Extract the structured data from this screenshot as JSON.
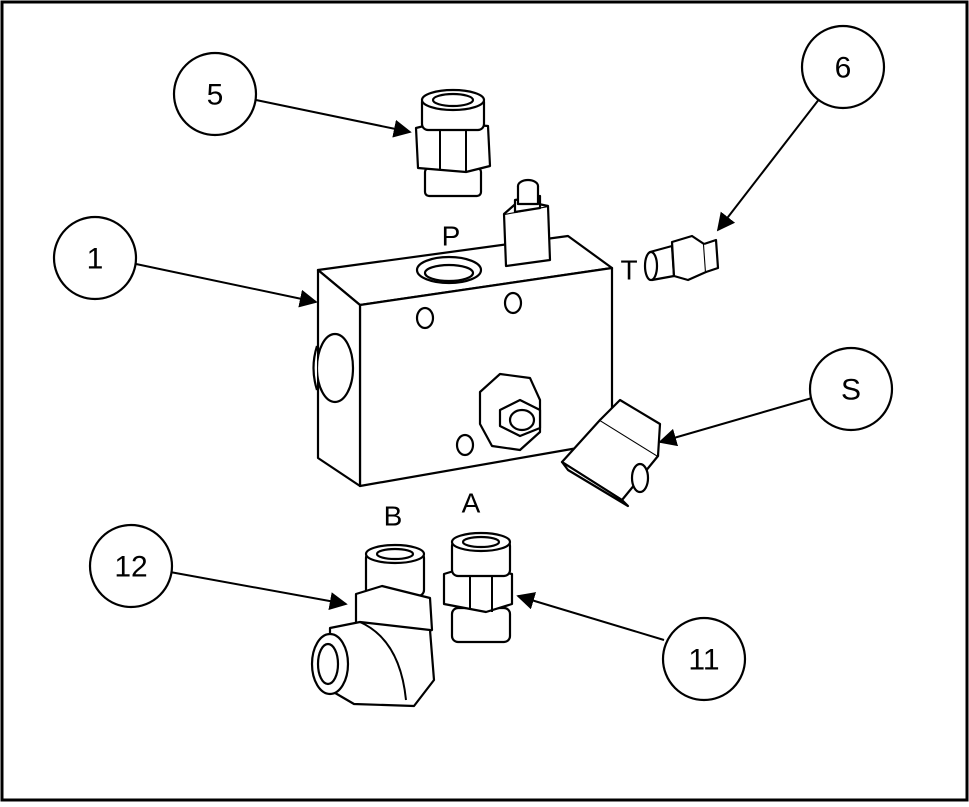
{
  "diagram": {
    "callouts": [
      {
        "id": "c1",
        "label": "1"
      },
      {
        "id": "c5",
        "label": "5"
      },
      {
        "id": "c6",
        "label": "6"
      },
      {
        "id": "cS",
        "label": "S"
      },
      {
        "id": "c12",
        "label": "12"
      },
      {
        "id": "c11",
        "label": "11"
      }
    ],
    "ports": {
      "p": "P",
      "t": "T",
      "a": "A",
      "b": "B"
    }
  },
  "colors": {
    "stroke": "#000000",
    "background": "#ffffff"
  }
}
